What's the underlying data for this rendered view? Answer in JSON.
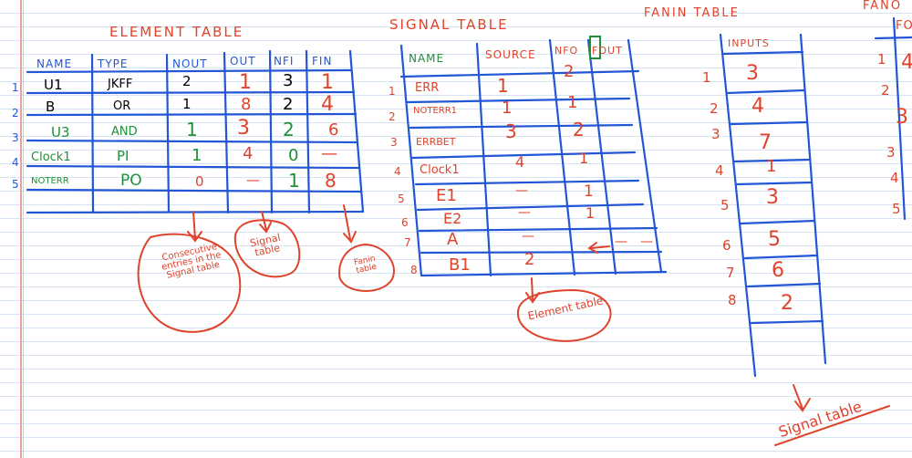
{
  "titles": {
    "element_table": "ELEMENT TABLE",
    "signal_table": "SIGNAL TABLE",
    "fanin_table": "FANIN TABLE",
    "fanout_table": "FANO"
  },
  "element_table": {
    "headers": [
      "NAME",
      "TYPE",
      "NOUT",
      "OUT",
      "NFI",
      "FIN"
    ],
    "row_numbers": [
      "1",
      "2",
      "3",
      "4",
      "5"
    ],
    "rows": [
      [
        "U1",
        "JKFF",
        "2",
        "1",
        "3",
        "1"
      ],
      [
        "B",
        "OR",
        "1",
        "8",
        "2",
        "4"
      ],
      [
        "U3",
        "AND",
        "1",
        "3",
        "2",
        "6"
      ],
      [
        "Clock1",
        "PI",
        "1",
        "4",
        "0",
        "—"
      ],
      [
        "NOTERR",
        "PO",
        "0",
        "—",
        "1",
        "8"
      ]
    ]
  },
  "signal_table": {
    "headers": [
      "NAME",
      "SOURCE",
      "NFO",
      "FOUT"
    ],
    "row_numbers": [
      "1",
      "2",
      "3",
      "4",
      "5",
      "6",
      "7",
      "8"
    ],
    "rows": [
      [
        "ERR",
        "1",
        "2",
        ""
      ],
      [
        "NOTERR1",
        "1",
        "1",
        ""
      ],
      [
        "ERRBET",
        "3",
        "2",
        ""
      ],
      [
        "Clock1",
        "4",
        "1",
        ""
      ],
      [
        "E1",
        "—",
        "1",
        ""
      ],
      [
        "E2",
        "—",
        "1",
        ""
      ],
      [
        "A",
        "—",
        "—",
        "—"
      ],
      [
        "B1",
        "2",
        "",
        ""
      ]
    ]
  },
  "fanin_table": {
    "header": "INPUTS",
    "row_numbers": [
      "1",
      "2",
      "3",
      "4",
      "5",
      "6",
      "7",
      "8"
    ],
    "values": [
      "3",
      "4",
      "7",
      "1",
      "3",
      "5",
      "6",
      "2"
    ]
  },
  "fanout_table": {
    "header": "FO",
    "row_numbers": [
      "1",
      "2",
      "3",
      "4",
      "5"
    ],
    "values": [
      "4",
      "",
      "3",
      "",
      ""
    ]
  },
  "annotations": {
    "consecutive": "Consecutive entries in the Signal table",
    "signal_table": "Signal table",
    "fanin_table": "Fanin table",
    "element_table": "Element table",
    "signal_table_bottom": "Signal table"
  },
  "colors": {
    "red_ink": "#e0432b",
    "blue_ink": "#2256d6",
    "green_ink": "#1f8f3a",
    "ruled_line": "#d6e3f5",
    "margin": "#e8a0a0"
  }
}
